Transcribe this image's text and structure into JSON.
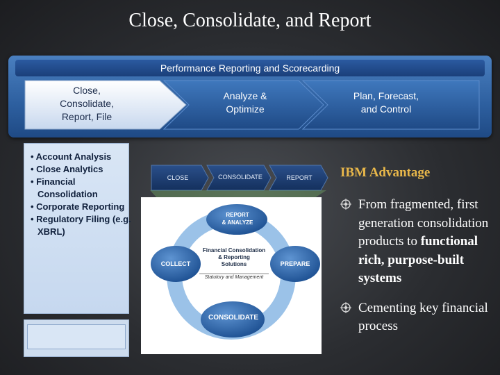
{
  "title": "Close, Consolidate, and Report",
  "band": {
    "header": "Performance Reporting and Scorecarding",
    "stages": [
      "Close,\nConsolidate,\nReport, File",
      "Analyze &\nOptimize",
      "Plan, Forecast,\nand Control"
    ]
  },
  "panel": {
    "bullets": [
      "• Account Analysis",
      "• Close Analytics",
      "• Financial Consolidation",
      "• Corporate Reporting",
      "• Regulatory Filing (e.g. XBRL)"
    ]
  },
  "process_steps": [
    "CLOSE",
    "CONSOLIDATE",
    "REPORT"
  ],
  "cycle": {
    "report": "REPORT",
    "analyze": "& ANALYZE",
    "collect": "COLLECT",
    "prepare": "PREPARE",
    "consolidate": "CONSOLIDATE",
    "center_line1": "Financial Consolidation",
    "center_line2": "& Reporting",
    "center_line3": "Solutions",
    "center_sub": "Statutory and Management"
  },
  "advantage": {
    "heading": "IBM Advantage",
    "claim1_plain": "From fragmented, first generation consolidation products to ",
    "claim1_bold": "functional rich, purpose-built systems",
    "claim2": "Cementing key financial process"
  },
  "colors": {
    "accent_gold": "#e8b74a",
    "band_blue": "#2d5f9f",
    "panel_blue": "#d9e6f5"
  },
  "icons": [
    "database-cube-icon",
    "cycle-arrows-icon",
    "gear-bullet-icon"
  ]
}
